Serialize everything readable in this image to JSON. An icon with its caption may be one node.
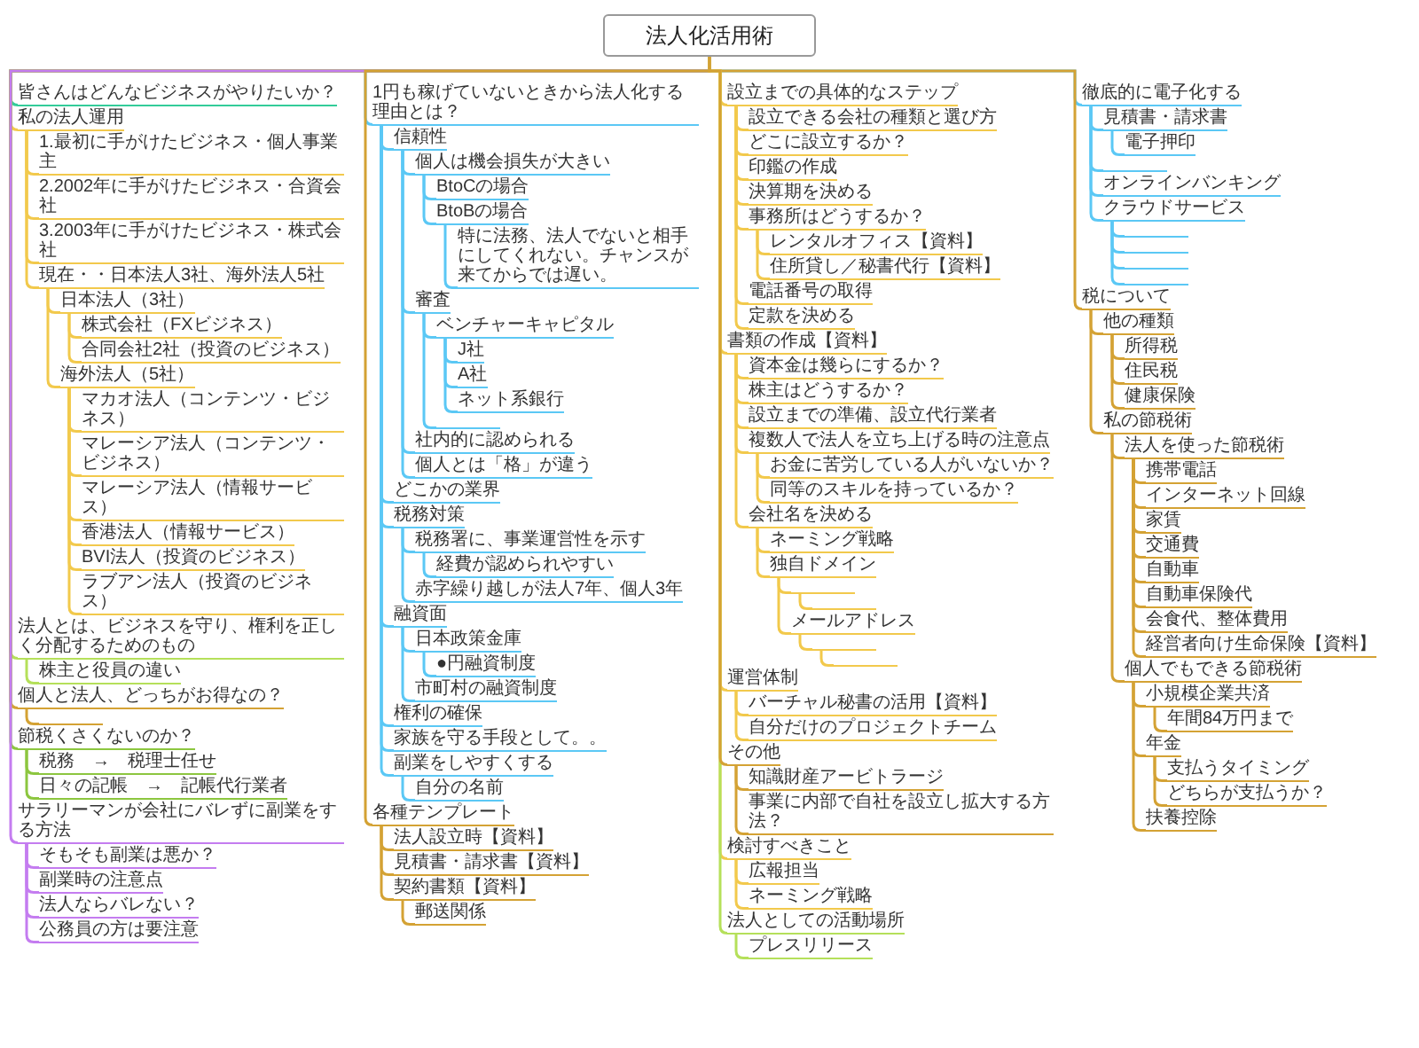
{
  "diagram": {
    "nodes": [
      {
        "text": [
          "法人化活用術"
        ]
      },
      {
        "text": [
          "皆さんはどんなビジネスがやりたいか？"
        ]
      },
      {
        "text": [
          "私の法人運用"
        ]
      },
      {
        "text": [
          "1.最初に手がけたビジネス・個人事業主"
        ]
      },
      {
        "text": [
          "2.2002年に手がけたビジネス・合資会社"
        ]
      },
      {
        "text": [
          "3.2003年に手がけたビジネス・株式会社"
        ]
      },
      {
        "text": [
          "現在・・日本法人3社、海外法人5社"
        ]
      },
      {
        "text": [
          "日本法人（3社）"
        ]
      },
      {
        "text": [
          "株式会社（FXビジネス）"
        ]
      },
      {
        "text": [
          "合同会社2社（投資のビジネス）"
        ]
      },
      {
        "text": [
          "海外法人（5社）"
        ]
      },
      {
        "text": [
          "マカオ法人（コンテンツ・ビジネス）"
        ]
      },
      {
        "text": [
          "マレーシア法人（コンテンツ・ビジネス）"
        ]
      },
      {
        "text": [
          "マレーシア法人（情報サービス）"
        ]
      },
      {
        "text": [
          "香港法人（情報サービス）"
        ]
      },
      {
        "text": [
          "BVI法人（投資のビジネス）"
        ]
      },
      {
        "text": [
          "ラブアン法人（投資のビジネス）"
        ]
      },
      {
        "text": [
          "法人とは、ビジネスを守り、権利を正しく分配するためのもの"
        ]
      },
      {
        "text": [
          "株主と役員の違い"
        ]
      },
      {
        "text": [
          "個人と法人、どっちがお得なの？"
        ]
      },
      {
        "text": [],
        "shape": "bar"
      },
      {
        "text": [
          "1円も稼げていないときから法人化する理由とは？"
        ]
      },
      {
        "text": [
          "信頼性"
        ]
      },
      {
        "text": [
          "個人は機会損失が大きい"
        ]
      },
      {
        "text": [
          "BtoCの場合"
        ]
      },
      {
        "text": [
          "BtoBの場合"
        ]
      },
      {
        "text": [
          "特に法務、法人でないと相手にしてくれない。チャンスが来てからでは遅い。"
        ]
      },
      {
        "text": [
          "審査"
        ]
      },
      {
        "text": [
          "ベンチャーキャピタル"
        ]
      },
      {
        "text": [
          "J社"
        ]
      },
      {
        "text": [
          "A社"
        ]
      },
      {
        "text": [
          "ネット系銀行"
        ]
      },
      {
        "text": [],
        "shape": "bar"
      },
      {
        "text": [
          "社内的に認められる"
        ]
      },
      {
        "text": [
          "個人とは「格」が違う"
        ]
      },
      {
        "text": [
          "どこかの業界"
        ]
      },
      {
        "text": [
          "税務対策"
        ]
      },
      {
        "text": [
          "税務署に、事業運営性を示す"
        ]
      },
      {
        "text": [
          "経費が認められやすい"
        ]
      },
      {
        "text": [
          "赤字繰り越しが法人7年、個人3年"
        ]
      },
      {
        "text": [
          "融資面"
        ]
      },
      {
        "text": [
          "日本政策金庫"
        ]
      },
      {
        "text": [
          "●円融資制度"
        ]
      },
      {
        "text": [
          "市町村の融資制度"
        ]
      },
      {
        "text": [
          "権利の確保"
        ]
      },
      {
        "text": [
          "家族を守る手段として。。"
        ]
      },
      {
        "text": [
          "副業をしやすくする"
        ]
      },
      {
        "text": [
          "自分の名前"
        ]
      },
      {
        "text": [
          "節税くさくないのか？"
        ]
      },
      {
        "text": [
          "税務　→　税理士任せ"
        ]
      },
      {
        "text": [
          "日々の記帳　→　記帳代行業者"
        ]
      },
      {
        "text": [
          "サラリーマンが会社にバレずに副業をする方法"
        ]
      },
      {
        "text": [
          "そもそも副業は悪か？"
        ]
      },
      {
        "text": [
          "副業時の注意点"
        ]
      },
      {
        "text": [
          "法人ならバレない？"
        ]
      },
      {
        "text": [
          "公務員の方は要注意"
        ]
      },
      {
        "text": [
          "設立までの具体的なステップ"
        ]
      },
      {
        "text": [
          "設立できる会社の種類と選び方"
        ]
      },
      {
        "text": [
          "どこに設立するか？"
        ]
      },
      {
        "text": [
          "印鑑の作成"
        ]
      },
      {
        "text": [
          "決算期を決める"
        ]
      },
      {
        "text": [
          "事務所はどうするか？"
        ]
      },
      {
        "text": [
          "レンタルオフィス【資料】"
        ]
      },
      {
        "text": [
          "住所貸し／秘書代行【資料】"
        ]
      },
      {
        "text": [
          "電話番号の取得"
        ]
      },
      {
        "text": [
          "定款を決める"
        ]
      },
      {
        "text": [
          "書類の作成【資料】"
        ]
      },
      {
        "text": [
          "資本金は幾らにするか？"
        ]
      },
      {
        "text": [
          "株主はどうするか？"
        ]
      },
      {
        "text": [
          "設立までの準備、設立代行業者"
        ]
      },
      {
        "text": [
          "複数人で法人を立ち上げる時の注意点"
        ]
      },
      {
        "text": [
          "お金に苦労している人がいないか？"
        ]
      },
      {
        "text": [
          "同等のスキルを持っているか？"
        ]
      },
      {
        "text": [
          "会社名を決める"
        ]
      },
      {
        "text": [
          "ネーミング戦略"
        ]
      },
      {
        "text": [
          "独自ドメイン"
        ]
      },
      {
        "text": [],
        "shape": "bar"
      },
      {
        "text": [],
        "shape": "bar"
      },
      {
        "text": [
          "メールアドレス"
        ]
      },
      {
        "text": [],
        "shape": "bar"
      },
      {
        "text": [],
        "shape": "bar"
      },
      {
        "text": [
          "検討すべきこと"
        ]
      },
      {
        "text": [
          "広報担当"
        ]
      },
      {
        "text": [
          "ネーミング戦略"
        ]
      },
      {
        "text": [
          "法人としての活動場所"
        ]
      },
      {
        "text": [
          "プレスリリース"
        ]
      },
      {
        "text": [
          "徹底的に電子化する"
        ]
      },
      {
        "text": [
          "見積書・請求書"
        ]
      },
      {
        "text": [
          "電子押印"
        ]
      },
      {
        "text": [],
        "shape": "bar"
      },
      {
        "text": [
          "オンラインバンキング"
        ]
      },
      {
        "text": [
          "クラウドサービス"
        ]
      },
      {
        "text": [],
        "shape": "bar"
      },
      {
        "text": [],
        "shape": "bar"
      },
      {
        "text": [],
        "shape": "bar"
      },
      {
        "text": [],
        "shape": "bar"
      },
      {
        "text": [
          "税について"
        ]
      },
      {
        "text": [
          "他の種類"
        ]
      },
      {
        "text": [
          "所得税"
        ]
      },
      {
        "text": [
          "住民税"
        ]
      },
      {
        "text": [
          "健康保険"
        ]
      },
      {
        "text": [
          "私の節税術"
        ]
      },
      {
        "text": [
          "法人を使った節税術"
        ]
      },
      {
        "text": [
          "携帯電話"
        ]
      },
      {
        "text": [
          "インターネット回線"
        ]
      },
      {
        "text": [
          "家賃"
        ]
      },
      {
        "text": [
          "交通費"
        ]
      },
      {
        "text": [
          "自動車"
        ]
      },
      {
        "text": [
          "自動車保険代"
        ]
      },
      {
        "text": [
          "会食代、整体費用"
        ]
      },
      {
        "text": [
          "経営者向け生命保険【資料】"
        ]
      },
      {
        "text": [
          "個人でもできる節税術"
        ]
      },
      {
        "text": [
          "小規模企業共済"
        ]
      },
      {
        "text": [
          "年間84万円まで"
        ]
      },
      {
        "text": [
          "年金"
        ]
      },
      {
        "text": [
          "支払うタイミング"
        ]
      },
      {
        "text": [
          "どちらが支払うか？"
        ]
      },
      {
        "text": [
          "扶養控除"
        ]
      },
      {
        "text": [
          "運営体制"
        ]
      },
      {
        "text": [
          "バーチャル秘書の活用【資料】"
        ]
      },
      {
        "text": [
          "自分だけのプロジェクトチーム"
        ]
      },
      {
        "text": [
          "各種テンプレート"
        ]
      },
      {
        "text": [
          "法人設立時【資料】"
        ]
      },
      {
        "text": [
          "見積書・請求書【資料】"
        ]
      },
      {
        "text": [
          "契約書類【資料】"
        ]
      },
      {
        "text": [
          "郵送関係"
        ]
      },
      {
        "text": [
          "その他"
        ]
      },
      {
        "text": [
          "知識財産アービトラージ"
        ]
      },
      {
        "text": [
          "事業に内部で自社を設立し拡大する方法？"
        ]
      }
    ],
    "edges": [
      {
        "from": 0,
        "to": 1,
        "arrow": "none",
        "color": "#33cc99"
      },
      {
        "from": 0,
        "to": 2,
        "arrow": "none"
      },
      {
        "from": 2,
        "to": 3,
        "arrow": "none"
      },
      {
        "from": 2,
        "to": 4,
        "arrow": "none"
      },
      {
        "from": 2,
        "to": 5,
        "arrow": "none"
      },
      {
        "from": 2,
        "to": 6,
        "arrow": "none"
      },
      {
        "from": 6,
        "to": 7,
        "arrow": "none"
      },
      {
        "from": 7,
        "to": 8,
        "arrow": "none"
      },
      {
        "from": 7,
        "to": 9,
        "arrow": "none"
      },
      {
        "from": 6,
        "to": 10,
        "arrow": "none"
      },
      {
        "from": 10,
        "to": 11,
        "arrow": "none"
      },
      {
        "from": 10,
        "to": 12,
        "arrow": "none"
      },
      {
        "from": 10,
        "to": 13,
        "arrow": "none"
      },
      {
        "from": 10,
        "to": 14,
        "arrow": "none"
      },
      {
        "from": 10,
        "to": 15,
        "arrow": "none"
      },
      {
        "from": 10,
        "to": 16,
        "arrow": "none"
      },
      {
        "from": 0,
        "to": 17,
        "arrow": "none",
        "color": "#b5e05a"
      },
      {
        "from": 17,
        "to": 18,
        "arrow": "none",
        "color": "#b5e05a"
      },
      {
        "from": 0,
        "to": 19,
        "arrow": "none",
        "color": "#d4a234"
      },
      {
        "from": 19,
        "to": 20,
        "arrow": "none",
        "color": "#d4a234"
      },
      {
        "from": 0,
        "to": 21,
        "arrow": "none",
        "color": "#5bc8f5"
      },
      {
        "from": 21,
        "to": 22,
        "arrow": "none",
        "color": "#5bc8f5"
      },
      {
        "from": 22,
        "to": 23,
        "arrow": "none",
        "color": "#5bc8f5"
      },
      {
        "from": 23,
        "to": 24,
        "arrow": "none",
        "color": "#5bc8f5"
      },
      {
        "from": 23,
        "to": 25,
        "arrow": "none",
        "color": "#5bc8f5"
      },
      {
        "from": 25,
        "to": 26,
        "arrow": "none",
        "color": "#5bc8f5"
      },
      {
        "from": 22,
        "to": 27,
        "arrow": "none",
        "color": "#5bc8f5"
      },
      {
        "from": 27,
        "to": 28,
        "arrow": "none",
        "color": "#5bc8f5"
      },
      {
        "from": 28,
        "to": 29,
        "arrow": "none",
        "color": "#5bc8f5"
      },
      {
        "from": 28,
        "to": 30,
        "arrow": "none",
        "color": "#5bc8f5"
      },
      {
        "from": 28,
        "to": 31,
        "arrow": "none",
        "color": "#5bc8f5"
      },
      {
        "from": 27,
        "to": 32,
        "arrow": "none",
        "color": "#5bc8f5"
      },
      {
        "from": 22,
        "to": 33,
        "arrow": "none",
        "color": "#5bc8f5"
      },
      {
        "from": 22,
        "to": 34,
        "arrow": "none",
        "color": "#5bc8f5"
      },
      {
        "from": 21,
        "to": 35,
        "arrow": "none",
        "color": "#5bc8f5"
      },
      {
        "from": 21,
        "to": 36,
        "arrow": "none",
        "color": "#5bc8f5"
      },
      {
        "from": 36,
        "to": 37,
        "arrow": "none",
        "color": "#5bc8f5"
      },
      {
        "from": 37,
        "to": 38,
        "arrow": "none",
        "color": "#5bc8f5"
      },
      {
        "from": 36,
        "to": 39,
        "arrow": "none",
        "color": "#5bc8f5"
      },
      {
        "from": 21,
        "to": 40,
        "arrow": "none",
        "color": "#5bc8f5"
      },
      {
        "from": 40,
        "to": 41,
        "arrow": "none",
        "color": "#5bc8f5"
      },
      {
        "from": 41,
        "to": 42,
        "arrow": "none",
        "color": "#5bc8f5"
      },
      {
        "from": 40,
        "to": 43,
        "arrow": "none",
        "color": "#5bc8f5"
      },
      {
        "from": 21,
        "to": 44,
        "arrow": "none",
        "color": "#5bc8f5"
      },
      {
        "from": 21,
        "to": 45,
        "arrow": "none",
        "color": "#5bc8f5"
      },
      {
        "from": 21,
        "to": 46,
        "arrow": "none",
        "color": "#5bc8f5"
      },
      {
        "from": 46,
        "to": 47,
        "arrow": "none",
        "color": "#5bc8f5"
      },
      {
        "from": 0,
        "to": 48,
        "arrow": "none",
        "color": "#8cc63f"
      },
      {
        "from": 48,
        "to": 49,
        "arrow": "none",
        "color": "#8cc63f"
      },
      {
        "from": 48,
        "to": 50,
        "arrow": "none",
        "color": "#8cc63f"
      },
      {
        "from": 0,
        "to": 51,
        "arrow": "none",
        "color": "#c47cf0"
      },
      {
        "from": 51,
        "to": 52,
        "arrow": "none",
        "color": "#c47cf0"
      },
      {
        "from": 51,
        "to": 53,
        "arrow": "none",
        "color": "#c47cf0"
      },
      {
        "from": 51,
        "to": 54,
        "arrow": "none",
        "color": "#c47cf0"
      },
      {
        "from": 51,
        "to": 55,
        "arrow": "none",
        "color": "#c47cf0"
      },
      {
        "from": 0,
        "to": 56,
        "arrow": "none"
      },
      {
        "from": 56,
        "to": 57,
        "arrow": "none"
      },
      {
        "from": 56,
        "to": 58,
        "arrow": "none"
      },
      {
        "from": 56,
        "to": 59,
        "arrow": "none"
      },
      {
        "from": 56,
        "to": 60,
        "arrow": "none"
      },
      {
        "from": 56,
        "to": 61,
        "arrow": "none"
      },
      {
        "from": 61,
        "to": 62,
        "arrow": "none"
      },
      {
        "from": 61,
        "to": 63,
        "arrow": "none"
      },
      {
        "from": 56,
        "to": 64,
        "arrow": "none"
      },
      {
        "from": 56,
        "to": 65,
        "arrow": "none"
      },
      {
        "from": 0,
        "to": 66,
        "arrow": "none"
      },
      {
        "from": 66,
        "to": 67,
        "arrow": "none"
      },
      {
        "from": 66,
        "to": 68,
        "arrow": "none"
      },
      {
        "from": 66,
        "to": 69,
        "arrow": "none"
      },
      {
        "from": 66,
        "to": 70,
        "arrow": "none"
      },
      {
        "from": 70,
        "to": 71,
        "arrow": "none"
      },
      {
        "from": 70,
        "to": 72,
        "arrow": "none"
      },
      {
        "from": 66,
        "to": 73,
        "arrow": "none"
      },
      {
        "from": 73,
        "to": 74,
        "arrow": "none"
      },
      {
        "from": 73,
        "to": 75,
        "arrow": "none"
      },
      {
        "from": 75,
        "to": 76,
        "arrow": "none"
      },
      {
        "from": 76,
        "to": 77,
        "arrow": "none"
      },
      {
        "from": 75,
        "to": 78,
        "arrow": "none"
      },
      {
        "from": 78,
        "to": 79,
        "arrow": "none"
      },
      {
        "from": 79,
        "to": 80,
        "arrow": "none"
      },
      {
        "from": 0,
        "to": 81,
        "arrow": "none"
      },
      {
        "from": 81,
        "to": 82,
        "arrow": "none"
      },
      {
        "from": 81,
        "to": 83,
        "arrow": "none"
      },
      {
        "from": 0,
        "to": 84,
        "arrow": "none",
        "color": "#b5e05a"
      },
      {
        "from": 84,
        "to": 85,
        "arrow": "none",
        "color": "#b5e05a"
      },
      {
        "from": 0,
        "to": 86,
        "arrow": "none",
        "color": "#5bc8f5"
      },
      {
        "from": 86,
        "to": 87,
        "arrow": "none",
        "color": "#5bc8f5"
      },
      {
        "from": 87,
        "to": 88,
        "arrow": "none",
        "color": "#5bc8f5"
      },
      {
        "from": 86,
        "to": 89,
        "arrow": "none",
        "color": "#5bc8f5"
      },
      {
        "from": 86,
        "to": 90,
        "arrow": "none",
        "color": "#5bc8f5"
      },
      {
        "from": 86,
        "to": 91,
        "arrow": "none",
        "color": "#5bc8f5"
      },
      {
        "from": 91,
        "to": 92,
        "arrow": "none",
        "color": "#5bc8f5"
      },
      {
        "from": 91,
        "to": 93,
        "arrow": "none",
        "color": "#5bc8f5"
      },
      {
        "from": 91,
        "to": 94,
        "arrow": "none",
        "color": "#5bc8f5"
      },
      {
        "from": 91,
        "to": 95,
        "arrow": "none",
        "color": "#5bc8f5"
      },
      {
        "from": 0,
        "to": 96,
        "arrow": "none",
        "color": "#d4a234"
      },
      {
        "from": 96,
        "to": 97,
        "arrow": "none",
        "color": "#d4a234"
      },
      {
        "from": 97,
        "to": 98,
        "arrow": "none",
        "color": "#d4a234"
      },
      {
        "from": 97,
        "to": 99,
        "arrow": "none",
        "color": "#d4a234"
      },
      {
        "from": 97,
        "to": 100,
        "arrow": "none",
        "color": "#d4a234"
      },
      {
        "from": 96,
        "to": 101,
        "arrow": "none",
        "color": "#d4a234"
      },
      {
        "from": 101,
        "to": 102,
        "arrow": "none",
        "color": "#d4a234"
      },
      {
        "from": 102,
        "to": 103,
        "arrow": "none",
        "color": "#d4a234"
      },
      {
        "from": 102,
        "to": 104,
        "arrow": "none",
        "color": "#d4a234"
      },
      {
        "from": 102,
        "to": 105,
        "arrow": "none",
        "color": "#d4a234"
      },
      {
        "from": 102,
        "to": 106,
        "arrow": "none",
        "color": "#d4a234"
      },
      {
        "from": 102,
        "to": 107,
        "arrow": "none",
        "color": "#d4a234"
      },
      {
        "from": 102,
        "to": 108,
        "arrow": "none",
        "color": "#d4a234"
      },
      {
        "from": 102,
        "to": 109,
        "arrow": "none",
        "color": "#d4a234"
      },
      {
        "from": 102,
        "to": 110,
        "arrow": "none",
        "color": "#d4a234"
      },
      {
        "from": 101,
        "to": 111,
        "arrow": "none",
        "color": "#d4a234"
      },
      {
        "from": 111,
        "to": 112,
        "arrow": "none",
        "color": "#d4a234"
      },
      {
        "from": 112,
        "to": 113,
        "arrow": "none",
        "color": "#d4a234"
      },
      {
        "from": 111,
        "to": 114,
        "arrow": "none",
        "color": "#d4a234"
      },
      {
        "from": 114,
        "to": 115,
        "arrow": "none",
        "color": "#d4a234"
      },
      {
        "from": 114,
        "to": 116,
        "arrow": "none",
        "color": "#d4a234"
      },
      {
        "from": 111,
        "to": 117,
        "arrow": "none",
        "color": "#d4a234"
      },
      {
        "from": 0,
        "to": 118,
        "arrow": "none"
      },
      {
        "from": 118,
        "to": 119,
        "arrow": "none"
      },
      {
        "from": 118,
        "to": 120,
        "arrow": "none"
      },
      {
        "from": 0,
        "to": 121,
        "arrow": "none",
        "color": "#d4a234"
      },
      {
        "from": 121,
        "to": 122,
        "arrow": "none",
        "color": "#d4a234"
      },
      {
        "from": 121,
        "to": 123,
        "arrow": "none",
        "color": "#d4a234"
      },
      {
        "from": 121,
        "to": 124,
        "arrow": "none",
        "color": "#d4a234"
      },
      {
        "from": 124,
        "to": 125,
        "arrow": "none",
        "color": "#d4a234"
      },
      {
        "from": 0,
        "to": 126,
        "arrow": "none",
        "color": "#d4a234"
      },
      {
        "from": 126,
        "to": 127,
        "arrow": "none",
        "color": "#d4a234"
      },
      {
        "from": 126,
        "to": 128,
        "arrow": "none",
        "color": "#d4a234"
      }
    ]
  }
}
